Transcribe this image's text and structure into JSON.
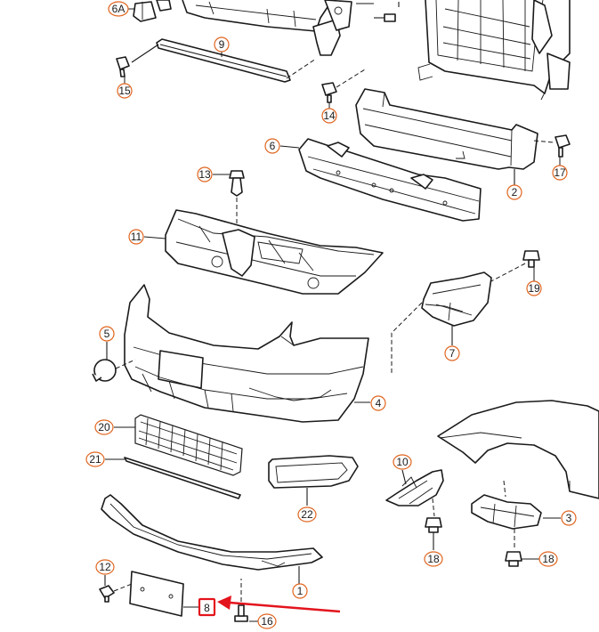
{
  "diagram": {
    "callout_color": "#e0641e",
    "highlight_color": "#e3141d",
    "highlighted_callout": "8",
    "callouts": [
      "6A",
      "9",
      "15",
      "14",
      "6",
      "2",
      "17",
      "13",
      "11",
      "19",
      "5",
      "7",
      "4",
      "20",
      "21",
      "22",
      "10",
      "3",
      "18",
      "18",
      "12",
      "1",
      "8",
      "16"
    ]
  }
}
